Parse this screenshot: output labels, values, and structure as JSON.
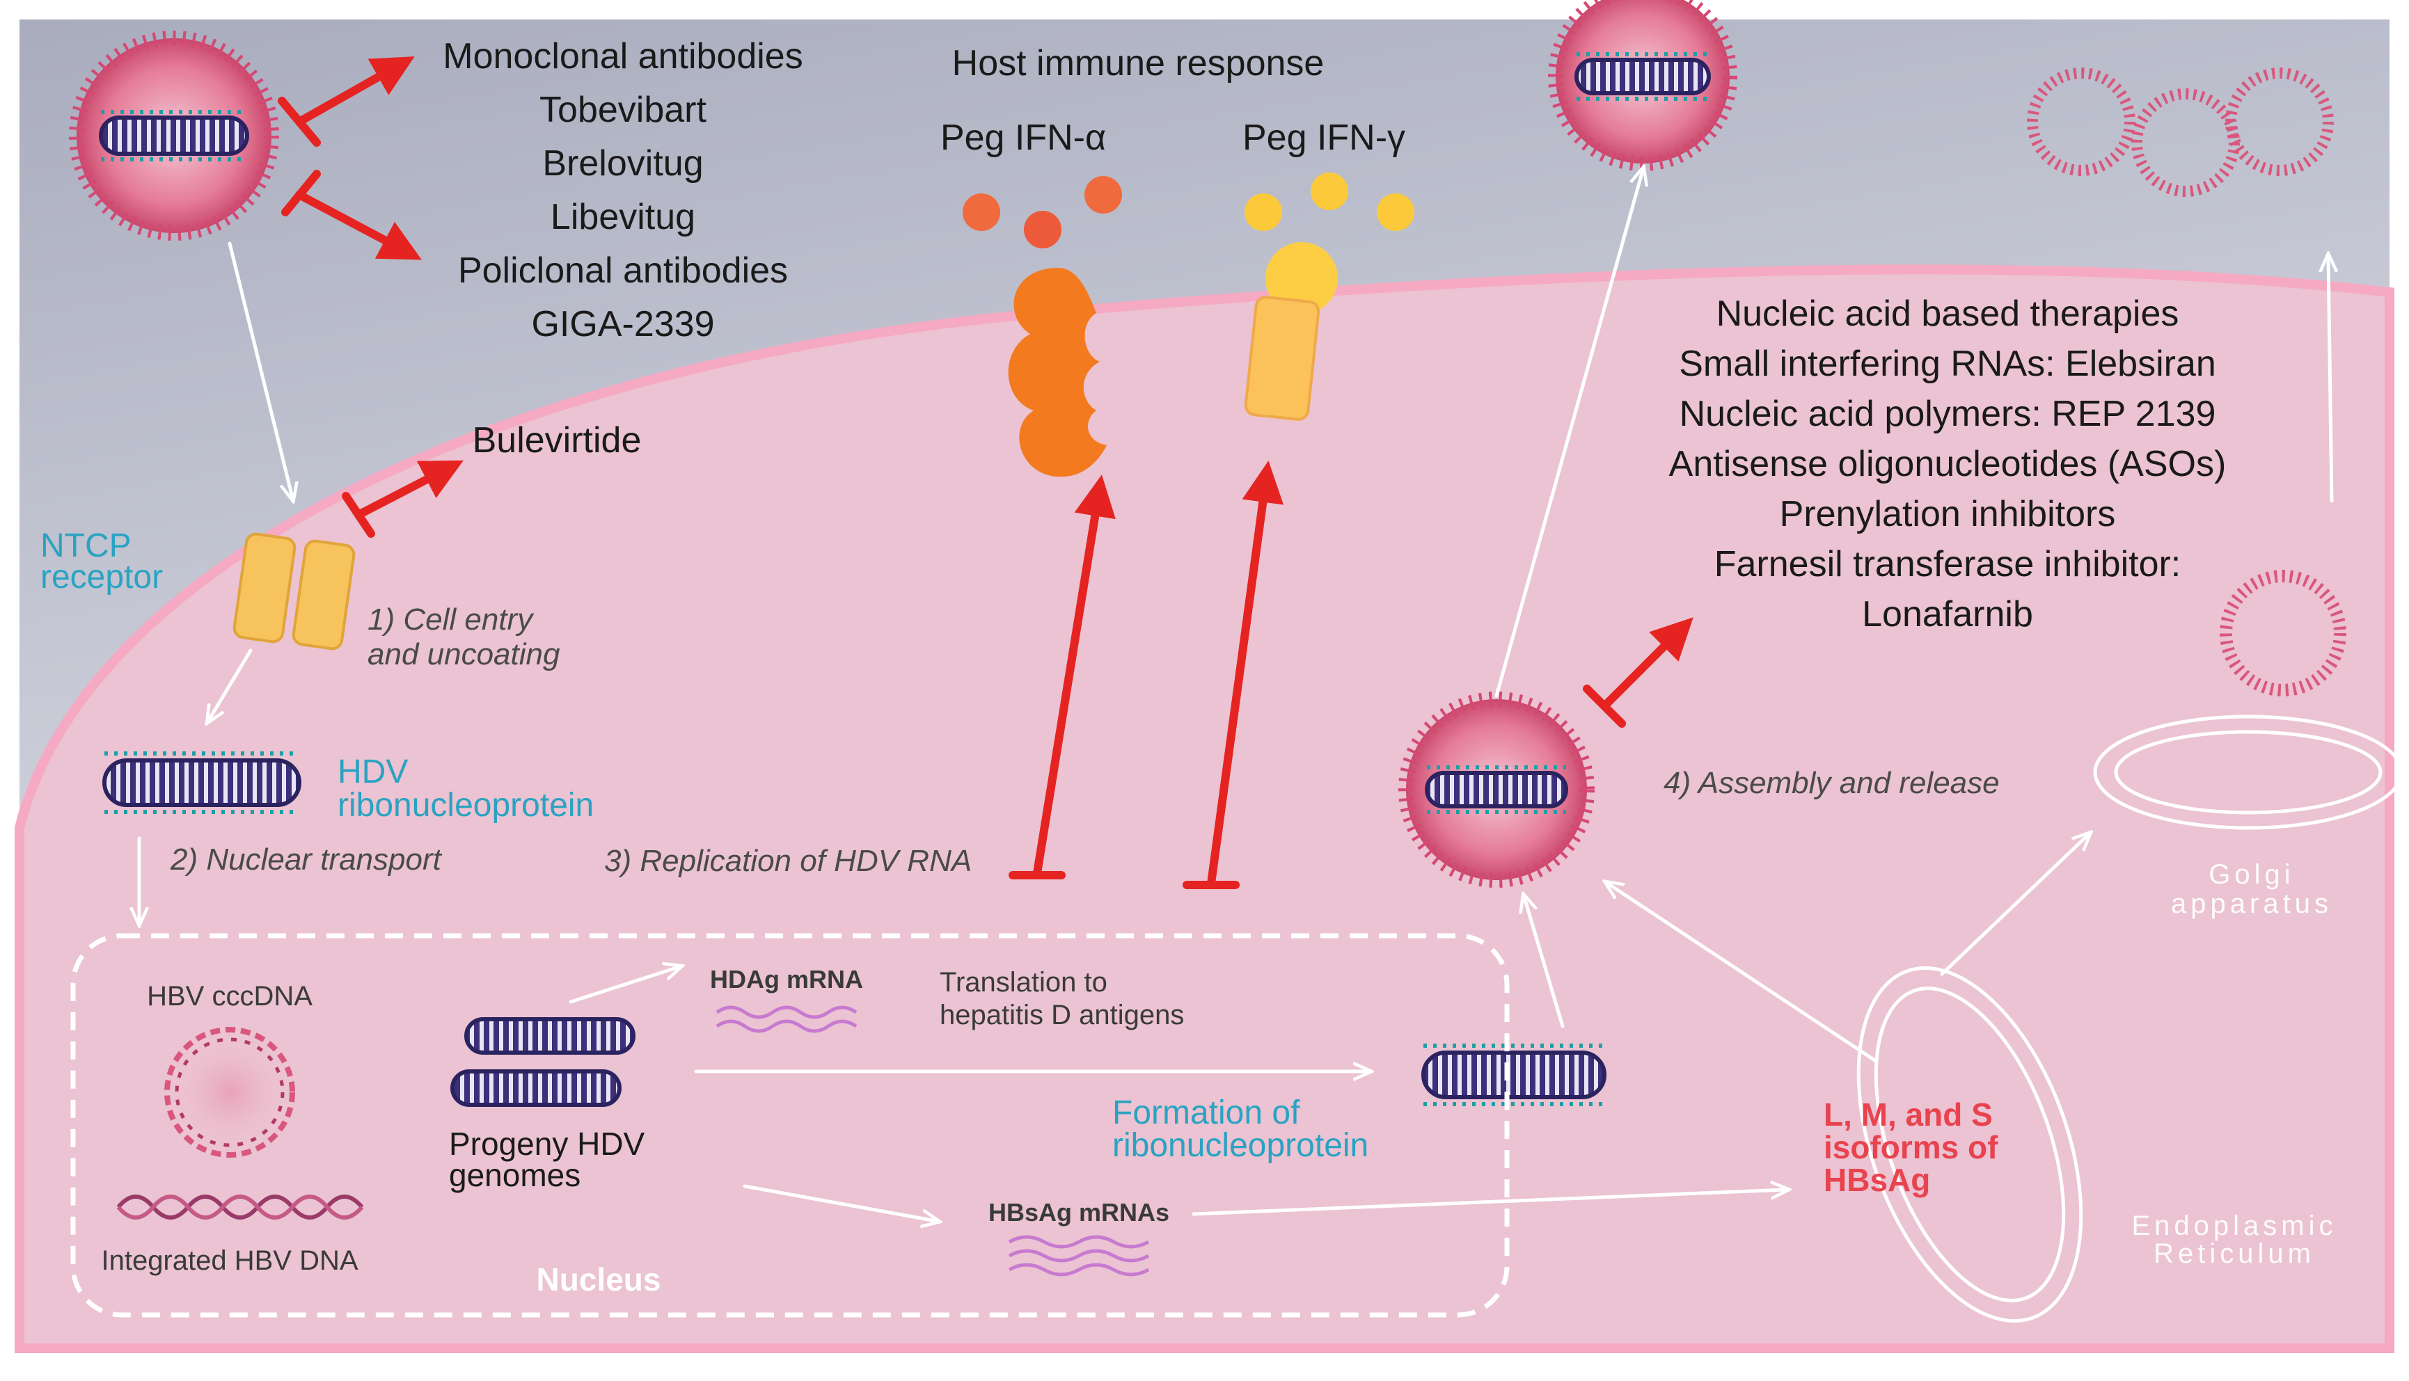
{
  "labels": {
    "monoclonal": "Monoclonal antibodies",
    "tobevibart": "Tobevibart",
    "brelovitug": "Brelovitug",
    "libevitug": "Libevitug",
    "policlonal": "Policlonal antibodies",
    "giga": "GIGA-2339",
    "host_immune": "Host immune response",
    "peg_alpha": "Peg IFN-α",
    "peg_gamma": "Peg IFN-γ",
    "bulevirtide": "Bulevirtide",
    "ntcp_line1": "NTCP",
    "ntcp_line2": "receptor",
    "step1_line1": "1) Cell entry",
    "step1_line2": "and uncoating",
    "hdv_rnp_line1": "HDV",
    "hdv_rnp_line2": "ribonucleoprotein",
    "step2": "2) Nuclear transport",
    "step3": "3) Replication of HDV RNA",
    "step4": "4) Assembly and release",
    "therapies": [
      "Nucleic acid based therapies",
      "Small interfering RNAs: Elebsiran",
      "Nucleic acid polymers: REP 2139",
      "Antisense oligonucleotides (ASOs)",
      "Prenylation inhibitors",
      "Farnesil transferase inhibitor:",
      "Lonafarnib"
    ],
    "hbv_cccdna": "HBV cccDNA",
    "integrated_dna": "Integrated HBV DNA",
    "hdag_mrna": "HDAg mRNA",
    "translation_line1": "Translation to",
    "translation_line2": "hepatitis D antigens",
    "progeny_line1": "Progeny HDV",
    "progeny_line2": "genomes",
    "formation_line1": "Formation of",
    "formation_line2": "ribonucleoprotein",
    "hbsag_mrnas": "HBsAg mRNAs",
    "nucleus": "Nucleus",
    "isoforms_line1": "L, M, and S",
    "isoforms_line2": "isoforms of",
    "isoforms_line3": "HBsAg",
    "golgi_line1": "Golgi",
    "golgi_line2": "apparatus",
    "er_line1": "Endoplasmic",
    "er_line2": "Reticulum"
  },
  "colors": {
    "inhibition_arrow": "#e52421",
    "cell_fill": "#ebc3d2",
    "cyan_text": "#2aa3c2",
    "isoform_text": "#e8434f",
    "ifn_alpha": "#f47a1f",
    "ifn_gamma": "#fcc93a"
  }
}
